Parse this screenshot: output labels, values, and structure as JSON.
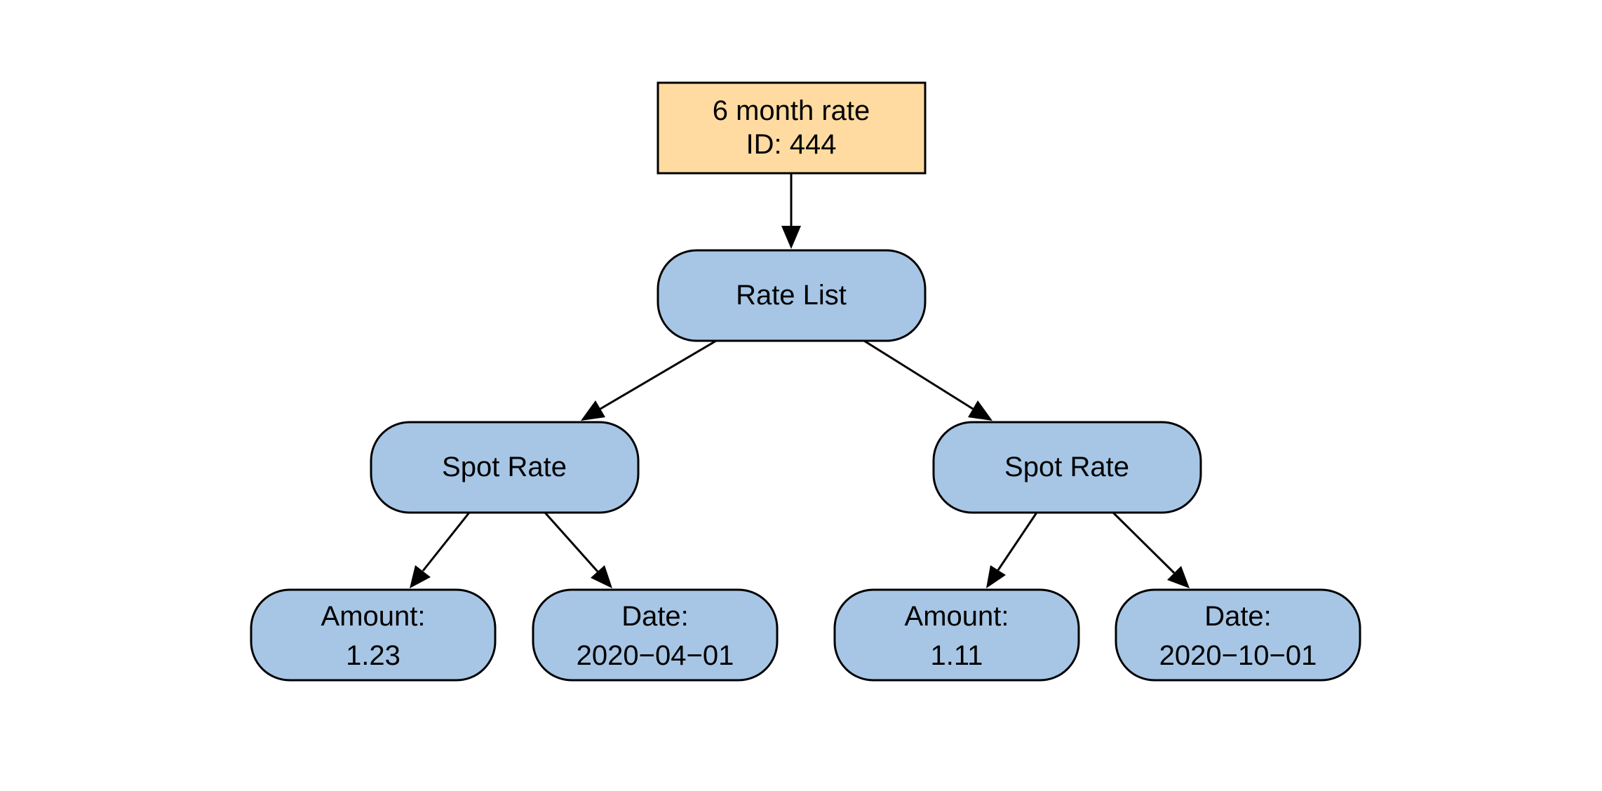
{
  "colors": {
    "root_fill": "#ffdba1",
    "node_fill": "#a7c6e5",
    "stroke": "#000000",
    "text": "#000000"
  },
  "root": {
    "line1": "6 month rate",
    "line2": "ID: 444"
  },
  "rate_list": {
    "label": "Rate List"
  },
  "spot_rates": [
    {
      "label": "Spot Rate",
      "amount_label": "Amount:",
      "amount_value": "1.23",
      "date_label": "Date:",
      "date_value": "2020−04−01"
    },
    {
      "label": "Spot Rate",
      "amount_label": "Amount:",
      "amount_value": "1.11",
      "date_label": "Date:",
      "date_value": "2020−10−01"
    }
  ]
}
